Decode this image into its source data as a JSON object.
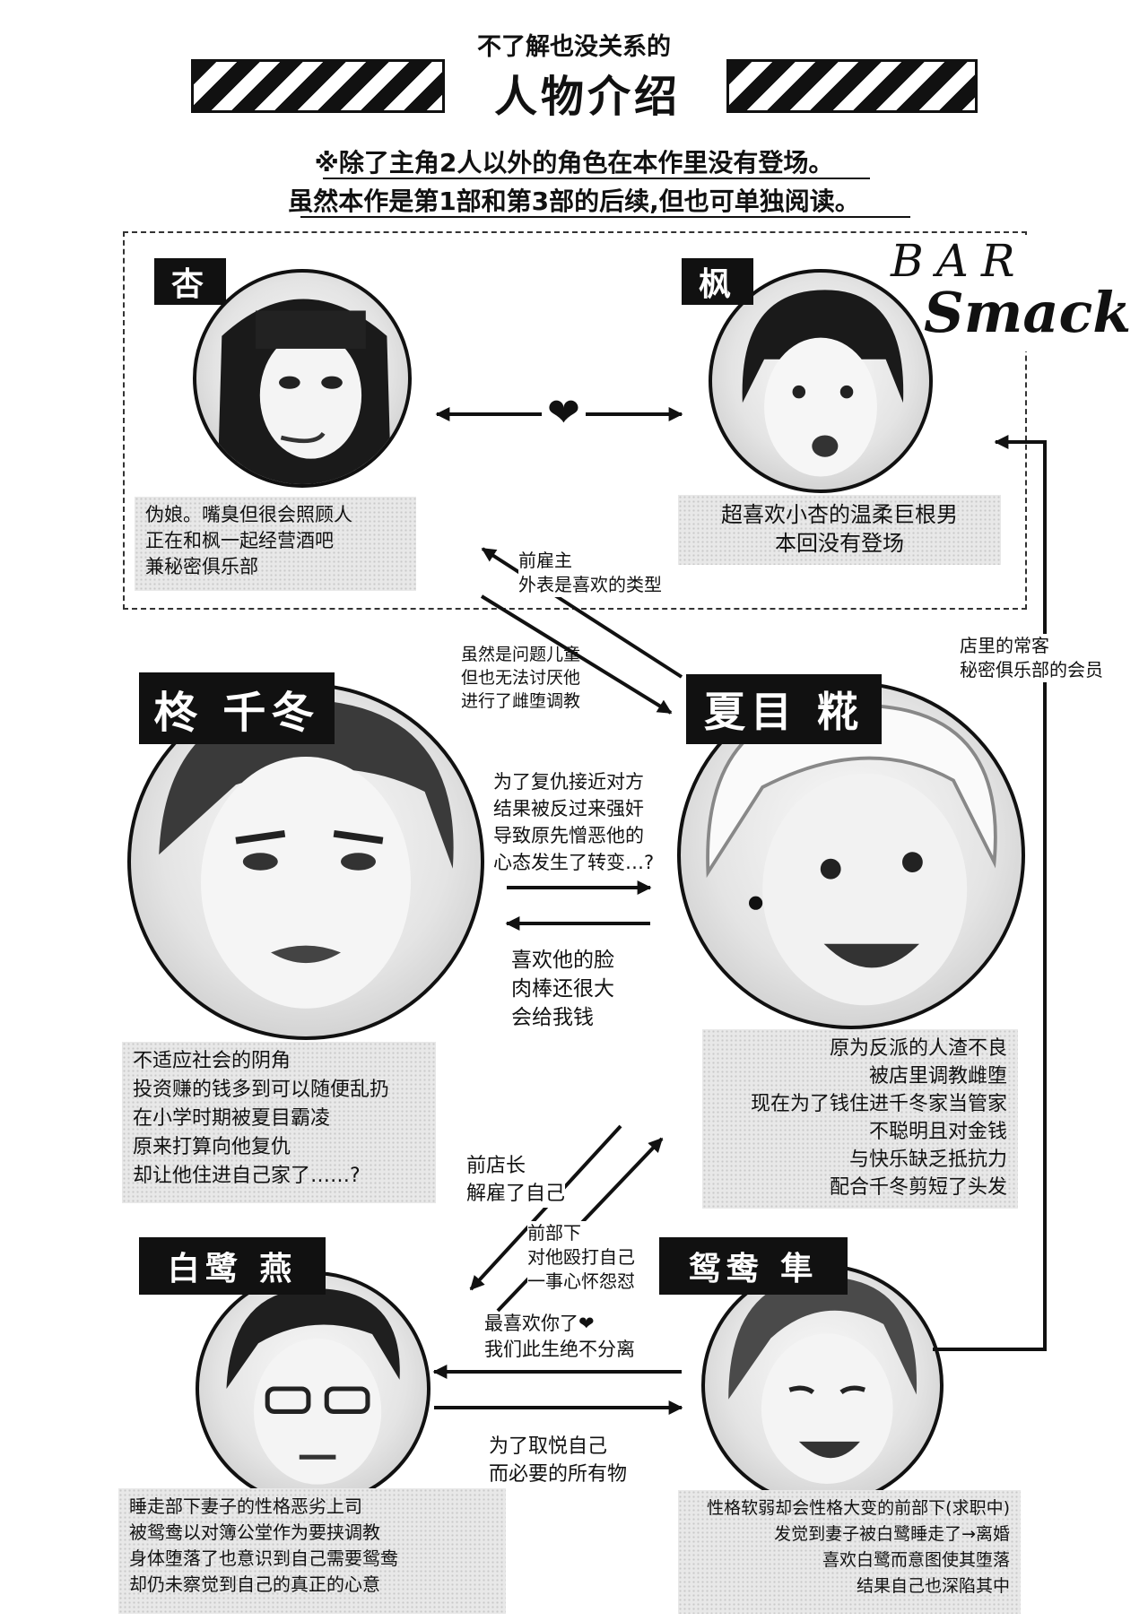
{
  "header": {
    "subtitle": "不了解也没关系的",
    "title": "人物介绍",
    "note_line1": "※除了主角2人以外的角色在本作里没有登场。",
    "note_line2": "虽然本作是第1部和第3部的后续,但也可单独阅读。"
  },
  "logo": {
    "line1": "BAR",
    "line2": "Smack"
  },
  "characters": [
    {
      "name": "杏",
      "desc": [
        "伪娘。嘴臭但很会照顾人",
        "正在和枫一起经营酒吧",
        "兼秘密俱乐部"
      ]
    },
    {
      "name": "枫",
      "desc": [
        "超喜欢小杏的温柔巨根男",
        "本回没有登场"
      ]
    },
    {
      "name": "柊 千冬",
      "desc": [
        "不适应社会的阴角",
        "投资赚的钱多到可以随便乱扔",
        "在小学时期被夏目霸凌",
        "原来打算向他复仇",
        "却让他住进自己家了……?"
      ]
    },
    {
      "name": "夏目 糀",
      "desc": [
        "原为反派的人渣不良",
        "被店里调教雌堕",
        "现在为了钱住进千冬家当管家",
        "不聪明且对金钱",
        "与快乐缺乏抵抗力",
        "配合千冬剪短了头发"
      ]
    },
    {
      "name": "白鹭 燕",
      "desc": [
        "睡走部下妻子的性格恶劣上司",
        "被鸳鸯以对簿公堂作为要挟调教",
        "身体堕落了也意识到自己需要鸳鸯",
        "却仍未察觉到自己的真正的心意"
      ]
    },
    {
      "name": "鸳鸯 隼",
      "desc": [
        "性格软弱却会性格大变的前部下(求职中)",
        "发觉到妻子被白鹭睡走了→离婚",
        "喜欢白鹭而意图使其堕落",
        "结果自己也深陷其中"
      ]
    }
  ],
  "relations": {
    "heart": "❤",
    "anzu_to_natsume": [
      "前雇主",
      "外表是喜欢的类型"
    ],
    "natsume_to_anzu": [
      "虽然是问题儿童",
      "但也无法讨厌他",
      "进行了雌堕调教"
    ],
    "regular": [
      "店里的常客",
      "秘密俱乐部的会员"
    ],
    "chifuyu_to_natsume": [
      "为了复仇接近对方",
      "结果被反过来强奸",
      "导致原先憎恶他的",
      "心态发生了转变…?"
    ],
    "natsume_to_chifuyu": [
      "喜欢他的脸",
      "肉棒还很大",
      "会给我钱"
    ],
    "former_manager": [
      "前店长",
      "解雇了自己"
    ],
    "former_sub": [
      "前部下",
      "对他殴打自己",
      "一事心怀怨怼"
    ],
    "oshidori_to_shirasagi": [
      "最喜欢你了❤",
      "我们此生绝不分离"
    ],
    "shirasagi_to_oshidori": [
      "为了取悦自己",
      "而必要的所有物"
    ]
  }
}
